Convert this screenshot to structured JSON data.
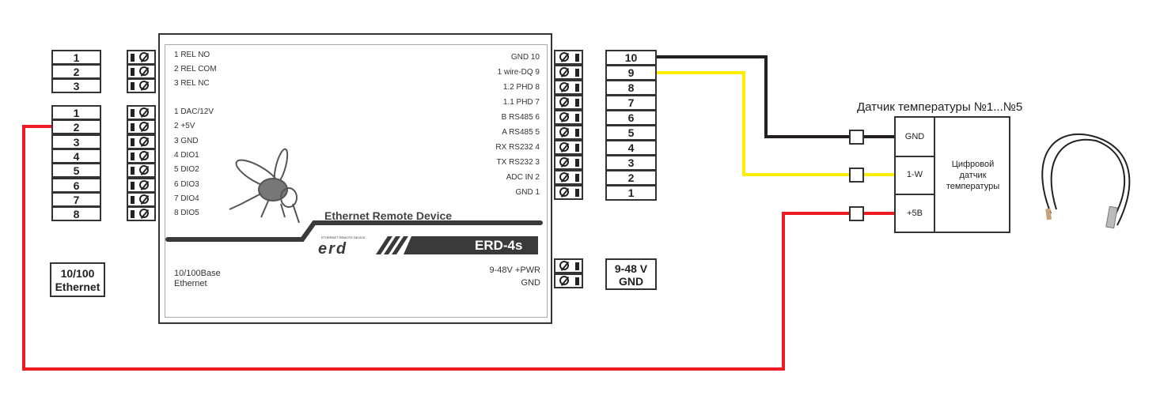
{
  "left_relay_numbers": [
    "1",
    "2",
    "3"
  ],
  "left_io_numbers": [
    "1",
    "2",
    "3",
    "4",
    "5",
    "6",
    "7",
    "8"
  ],
  "ethernet_box": [
    "10/100",
    "Ethernet"
  ],
  "device": {
    "relay_labels": [
      "1 REL NO",
      "2 REL COM",
      "3 REL NC"
    ],
    "io_labels": [
      "1 DAC/12V",
      "2 +5V",
      "3 GND",
      "4 DIO1",
      "5 DIO2",
      "6 DIO3",
      "7 DIO4",
      "8 DIO5"
    ],
    "right_labels": [
      "GND 10",
      "1 wire-DQ 9",
      "1.2 PHD 8",
      "1.1 PHD 7",
      "B RS485 6",
      "A RS485 5",
      "RX RS232 4",
      "TX RS232 3",
      "ADC IN 2",
      "GND 1"
    ],
    "tagline": "Ethernet Remote Device",
    "logo": "erd",
    "logo_small": "ETHERNET REMOTE DEVICE",
    "model": "ERD-4s",
    "ethernet_label": [
      "10/100Base",
      "Ethernet"
    ],
    "power_labels": [
      "9-48V +PWR",
      "GND"
    ]
  },
  "right_numbers": [
    "10",
    "9",
    "8",
    "7",
    "6",
    "5",
    "4",
    "3",
    "2",
    "1"
  ],
  "power_box": [
    "9-48 V",
    "GND"
  ],
  "sensor": {
    "title": "Датчик температуры №1...№5",
    "pins": [
      "GND",
      "1-W",
      "+5В"
    ],
    "body": [
      "Цифровой",
      "датчик",
      "температуры"
    ]
  },
  "colors": {
    "gnd_wire": "#231f20",
    "data_wire": "#ffed00",
    "power_wire": "#ed1c24"
  }
}
